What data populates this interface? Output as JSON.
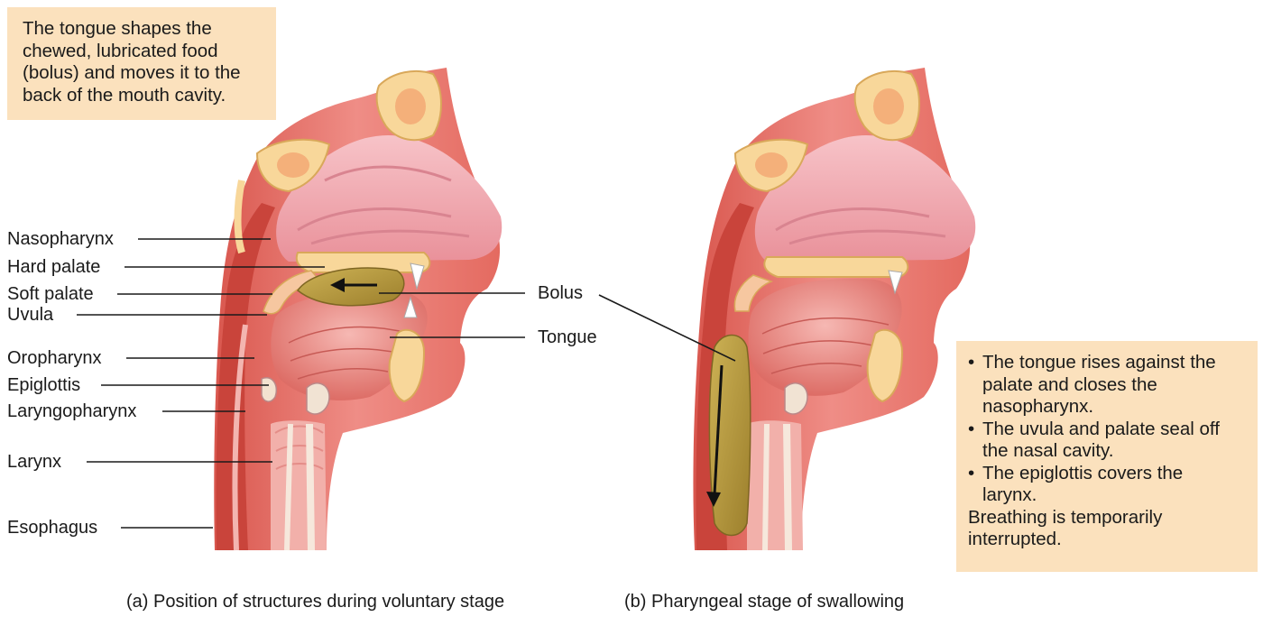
{
  "note_top": {
    "lines": [
      "The tongue shapes the",
      "chewed, lubricated food",
      "(bolus) and moves it to the",
      "back of the mouth cavity."
    ]
  },
  "labels_left": {
    "nasopharynx": "Nasopharynx",
    "hard_palate": "Hard palate",
    "soft_palate": "Soft palate",
    "uvula": "Uvula",
    "oropharynx": "Oropharynx",
    "epiglottis": "Epiglottis",
    "laryngopharynx": "Laryngopharynx",
    "larynx": "Larynx",
    "esophagus": "Esophagus"
  },
  "labels_center": {
    "bolus": "Bolus",
    "tongue": "Tongue"
  },
  "note_right": {
    "bullets": [
      [
        "The tongue rises against the",
        "palate and closes the",
        "nasopharynx."
      ],
      [
        "The uvula and palate seal off",
        "the nasal cavity."
      ],
      [
        "The epiglottis covers the",
        "larynx."
      ]
    ],
    "tail": [
      "Breathing is temporarily",
      "interrupted."
    ]
  },
  "captions": {
    "a": "(a) Position of structures during voluntary stage",
    "b": "(b) Pharyngeal stage of swallowing"
  },
  "colors": {
    "note_bg": "#fbe1bd",
    "tissue": "#e8736a",
    "tissue_light": "#f4aaa5",
    "bone": "#f8d79a",
    "bolus": "#b89a3c"
  }
}
